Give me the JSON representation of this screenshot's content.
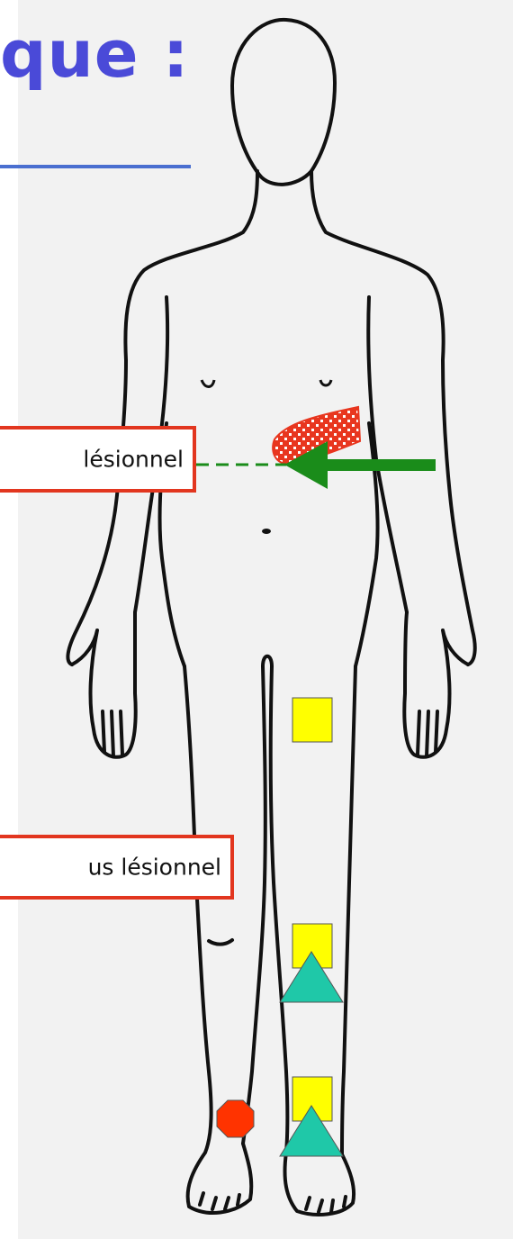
{
  "heading": {
    "text": "que :"
  },
  "labels": {
    "upper": "lésionnel",
    "lower": "us lésionnel"
  },
  "colors": {
    "title": "#4a4ad8",
    "box_border": "#e2361f",
    "arrow": "#1a8c1a",
    "lesion_fill": "#e8361f",
    "square": "#ffff00",
    "triangle": "#1fc8a8",
    "octagon": "#ff3300"
  }
}
